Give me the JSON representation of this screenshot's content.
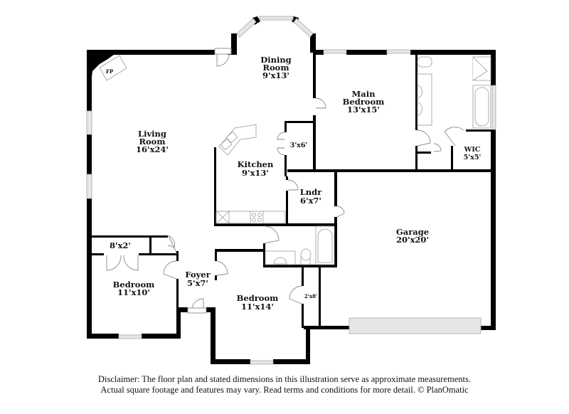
{
  "floorplan": {
    "rooms": [
      {
        "id": "fireplace",
        "name": "FP",
        "dims": ""
      },
      {
        "id": "dining",
        "name_line1": "Dining",
        "name_line2": "Room",
        "dims": "9'x13'"
      },
      {
        "id": "living",
        "name_line1": "Living",
        "name_line2": "Room",
        "dims": "16'x24'"
      },
      {
        "id": "main-bedroom",
        "name_line1": "Main",
        "name_line2": "Bedroom",
        "dims": "13'x15'"
      },
      {
        "id": "pantry",
        "name": "",
        "dims": "3'x6'"
      },
      {
        "id": "kitchen",
        "name": "Kitchen",
        "dims": "9'x13'"
      },
      {
        "id": "wic",
        "name": "WIC",
        "dims": "5'x5'"
      },
      {
        "id": "laundry",
        "name": "Lndr",
        "dims": "6'x7'"
      },
      {
        "id": "garage",
        "name": "Garage",
        "dims": "20'x20'"
      },
      {
        "id": "closet-hall",
        "name": "",
        "dims": "8'x2'"
      },
      {
        "id": "foyer",
        "name": "Foyer",
        "dims": "5'x7'"
      },
      {
        "id": "bedroom-2",
        "name": "Bedroom",
        "dims": "11'x10'"
      },
      {
        "id": "bedroom-3",
        "name": "Bedroom",
        "dims": "11'x14'"
      },
      {
        "id": "closet-bed3",
        "name": "",
        "dims": "2'x8'"
      }
    ]
  },
  "disclaimer": {
    "line1": "Disclaimer: The floor plan and stated dimensions in this illustration serve as approximate measurements.",
    "line2": "Actual square footage and features may vary. Read terms and conditions for more detail. © PlanOmatic"
  }
}
